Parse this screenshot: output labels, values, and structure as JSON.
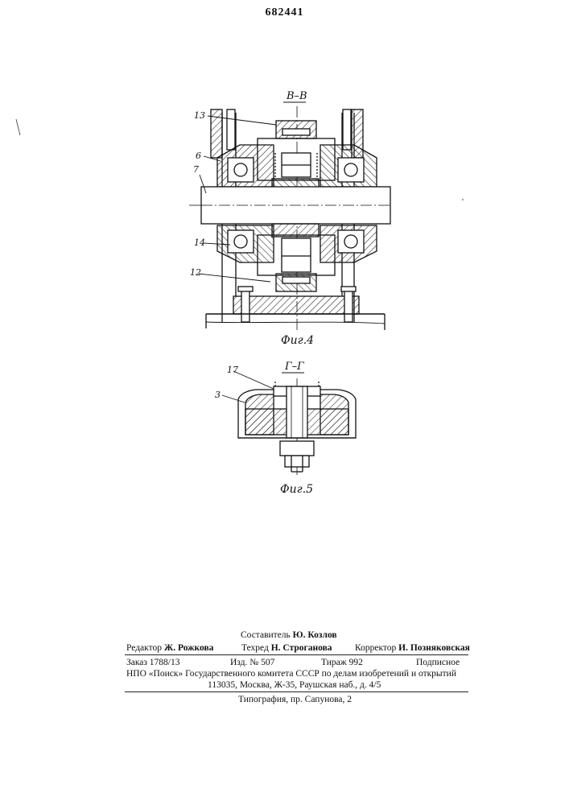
{
  "header": {
    "patent_number": "682441"
  },
  "figure4": {
    "section_label": "В–В",
    "caption": "Фиг.4",
    "part_labels": {
      "p13": "13",
      "p6": "6",
      "p7": "7",
      "p14": "14",
      "p12": "12"
    }
  },
  "figure5": {
    "section_label": "Г–Г",
    "caption": "Фиг.5",
    "part_labels": {
      "p17": "17",
      "p3": "3"
    }
  },
  "footer": {
    "compiler_label": "Составитель",
    "compiler_name": "Ю. Козлов",
    "editor_label": "Редактор",
    "editor_name": "Ж. Рожкова",
    "techred_label": "Техред",
    "techred_name": "Н. Строганова",
    "corrector_label": "Корректор",
    "corrector_name": "И. Позняковская",
    "order": "Заказ 1788/13",
    "edition": "Изд. № 507",
    "print_run": "Тираж 992",
    "subscription": "Подписное",
    "org_line": "НПО «Поиск» Государственного комитета СССР по делам изобретений и открытий",
    "address": "113035, Москва, Ж-35, Раушская наб., д. 4/5",
    "printer": "Типография, пр. Сапунова, 2"
  }
}
